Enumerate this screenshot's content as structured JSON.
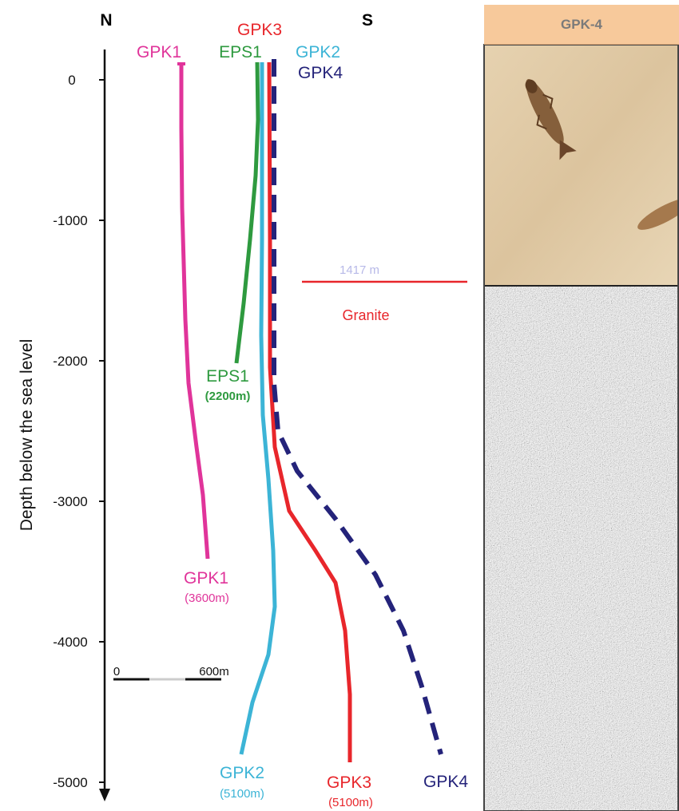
{
  "compass": {
    "north": "N",
    "south": "S"
  },
  "axis": {
    "ylabel": "Depth below the sea level",
    "ticks": [
      "0",
      "-1000",
      "-2000",
      "-3000",
      "-4000",
      "-5000"
    ]
  },
  "wells": {
    "gpk1": {
      "top_label": "GPK1",
      "bottom_label": "GPK1",
      "depth": "(3600m)",
      "color": "#e0349a"
    },
    "eps1": {
      "top_label": "EPS1",
      "bottom_label": "EPS1",
      "depth": "(2200m)",
      "color": "#2e9a3f"
    },
    "gpk2": {
      "top_label": "GPK2",
      "bottom_label": "GPK2",
      "depth": "(5100m)",
      "color": "#3cb4d6"
    },
    "gpk3": {
      "top_label": "GPK3",
      "bottom_label": "GPK3",
      "depth": "(5100m)",
      "color": "#e8262b"
    },
    "gpk4": {
      "top_label": "GPK4",
      "bottom_label": "GPK4",
      "color": "#24237a"
    }
  },
  "granite": {
    "depth_label": "1417 m",
    "label": "Granite",
    "color": "#e8262b"
  },
  "scale": {
    "start": "0",
    "end": "600m"
  },
  "panel": {
    "title": "GPK-4",
    "sediment_color": "#e2cda8",
    "granite_color": "#a9a9a9"
  }
}
